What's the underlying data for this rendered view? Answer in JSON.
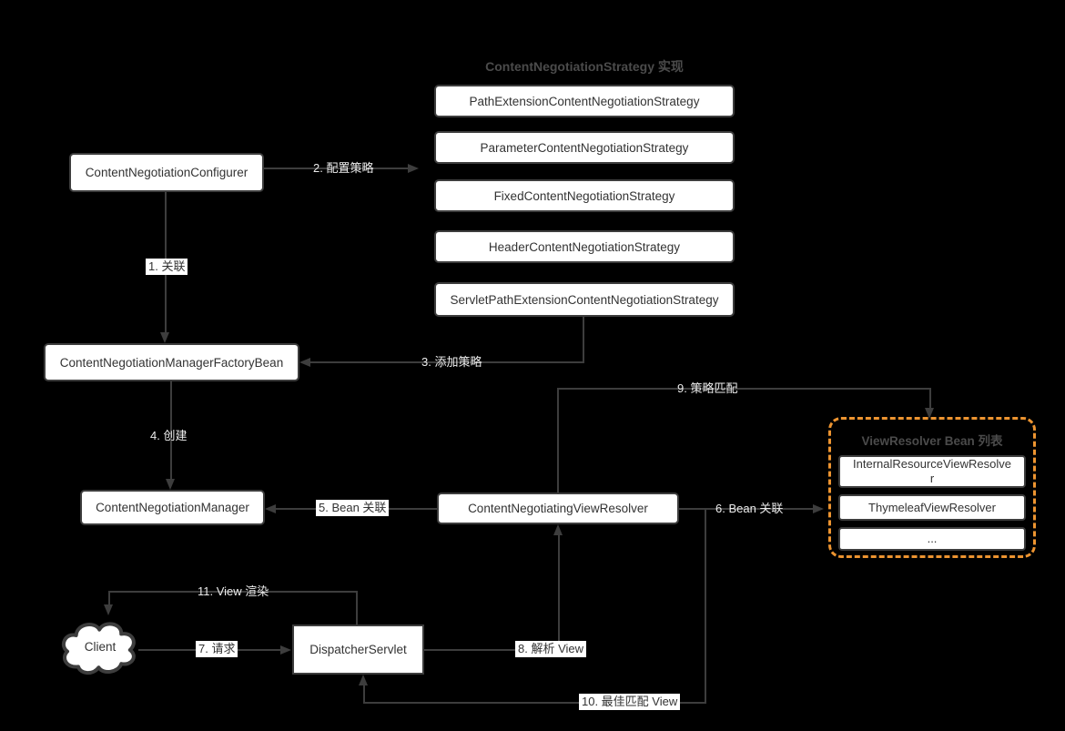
{
  "column_title": "ContentNegotiationStrategy 实现",
  "nodes": {
    "configurer": "ContentNegotiationConfigurer",
    "factory_bean": "ContentNegotiationManagerFactoryBean",
    "manager": "ContentNegotiationManager",
    "negotiating_view_resolver": "ContentNegotiatingViewResolver",
    "dispatcher_servlet": "DispatcherServlet",
    "client": "Client",
    "strategies": [
      "PathExtensionContentNegotiationStrategy",
      "ParameterContentNegotiationStrategy",
      "FixedContentNegotiationStrategy",
      "HeaderContentNegotiationStrategy",
      "ServletPathExtensionContentNegotiationStrategy"
    ],
    "view_resolver_list": {
      "title": "ViewResolver Bean 列表",
      "items": [
        "InternalResourceViewResolver",
        "ThymeleafViewResolver",
        "..."
      ]
    }
  },
  "edge_labels": {
    "e1": "1. 关联",
    "e2": "2. 配置策略",
    "e3": "3. 添加策略",
    "e4": "4. 创建",
    "e5": "5. Bean 关联",
    "e6": "6. Bean 关联",
    "e7": "7. 请求",
    "e8": "8. 解析 View",
    "e9": "9. 策略匹配",
    "e10": "10. 最佳匹配 View",
    "e11": "11. View 渲染"
  },
  "colors": {
    "background": "#000000",
    "connector": "#3d3d3d",
    "node_fill": "#ffffff",
    "node_text": "#333333",
    "muted_heading": "#4b4b4b",
    "accent_orange": "#ed9430",
    "edge_label_light": "#ececec"
  }
}
